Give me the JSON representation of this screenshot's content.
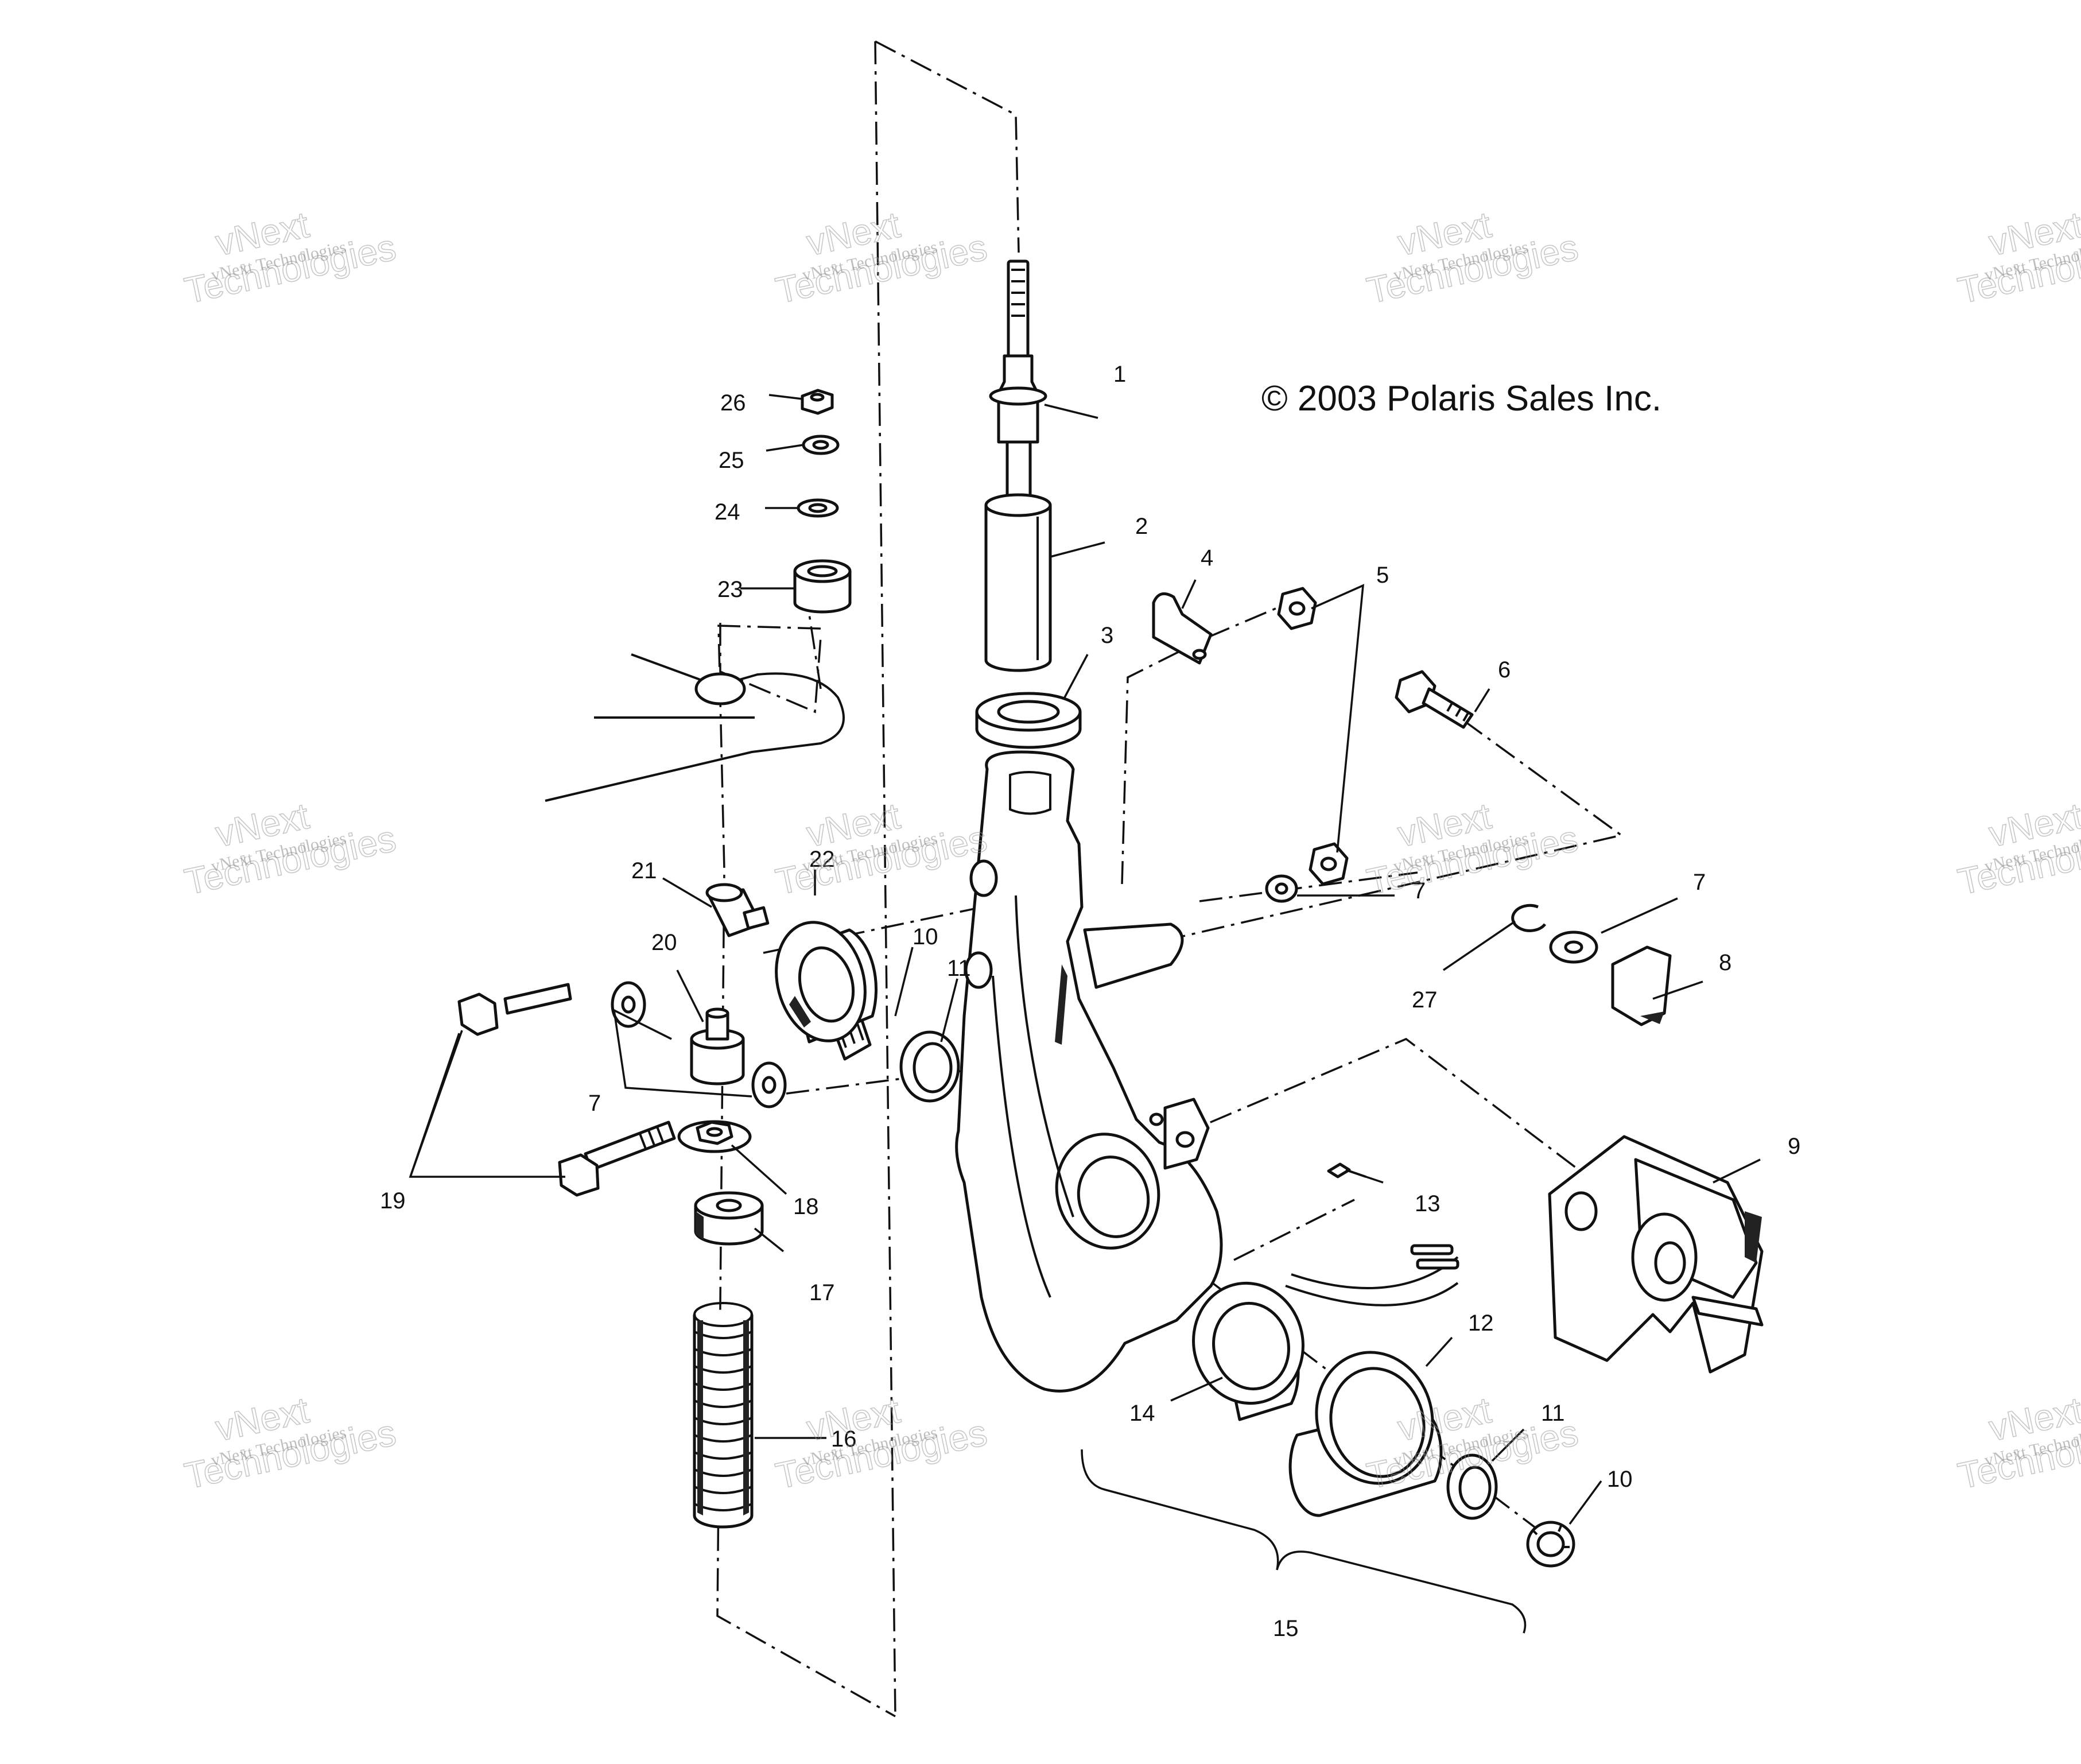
{
  "copyright": "© 2003 Polaris Sales Inc.",
  "watermark": {
    "line_small": "vNext Technologies",
    "line_big_1": "vNext",
    "line_big_2": "Technologies"
  },
  "callouts": {
    "c1": "1",
    "c2": "2",
    "c3": "3",
    "c4": "4",
    "c5": "5",
    "c6": "6",
    "c7a": "7",
    "c7b": "7",
    "c7c": "7",
    "c8": "8",
    "c9": "9",
    "c10a": "10",
    "c10b": "10",
    "c11a": "11",
    "c11b": "11",
    "c12": "12",
    "c13": "13",
    "c14": "14",
    "c15": "15",
    "c16": "16",
    "c17": "17",
    "c18": "18",
    "c19": "19",
    "c20": "20",
    "c21": "21",
    "c22": "22",
    "c23": "23",
    "c24": "24",
    "c25": "25",
    "c26": "26",
    "c27": "27"
  },
  "colors": {
    "ink": "#111111",
    "paper": "#ffffff",
    "watermark": "#8a8a8a"
  }
}
